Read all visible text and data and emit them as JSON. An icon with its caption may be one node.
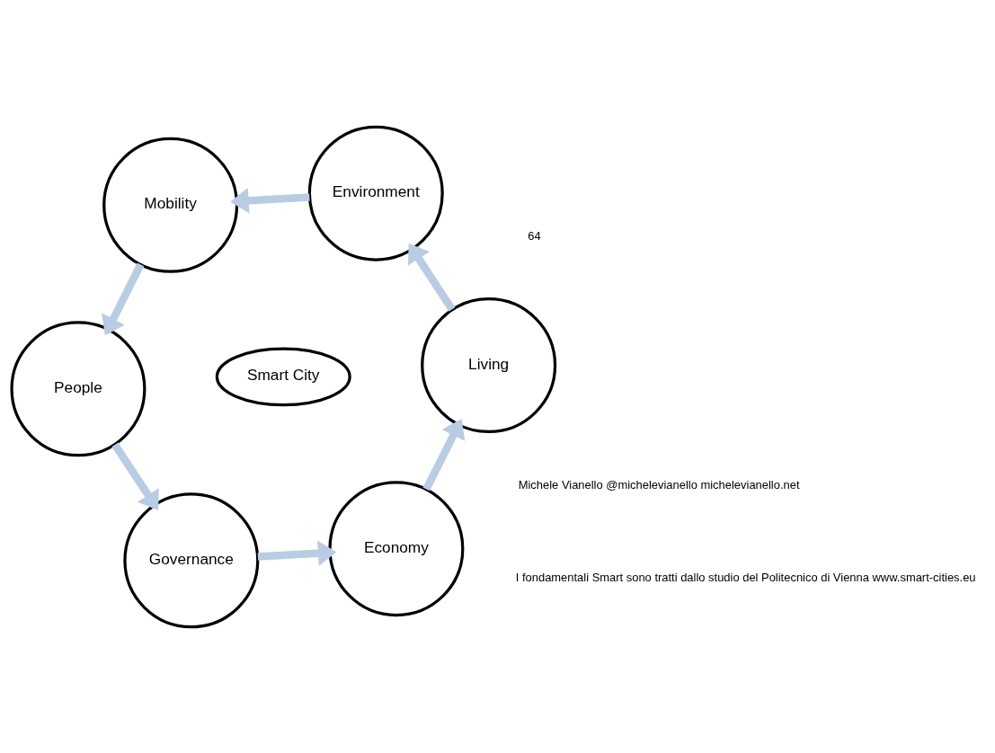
{
  "diagram": {
    "nodes": [
      {
        "text": [
          "People"
        ]
      },
      {
        "text": [
          "Governance"
        ]
      },
      {
        "text": [
          "Economy"
        ]
      },
      {
        "text": [
          "Living"
        ]
      },
      {
        "text": [
          "Environment"
        ]
      },
      {
        "text": [
          "Mobility"
        ]
      },
      {
        "text": [
          "Smart City"
        ]
      }
    ],
    "edges": [
      {
        "from": 0,
        "to": 1,
        "arrow": "to"
      },
      {
        "from": 1,
        "to": 2,
        "arrow": "to"
      },
      {
        "from": 2,
        "to": 3,
        "arrow": "to"
      },
      {
        "from": 3,
        "to": 4,
        "arrow": "to"
      },
      {
        "from": 4,
        "to": 5,
        "arrow": "to"
      },
      {
        "from": 5,
        "to": 0,
        "arrow": "to"
      }
    ],
    "labels": [
      "I fondamentali Smart sono tratti dallo studio del Politecnico di Vienna www.smart-cities.eu",
      "Michele Vianello @michelevianello michelevianello.net",
      "64"
    ]
  }
}
